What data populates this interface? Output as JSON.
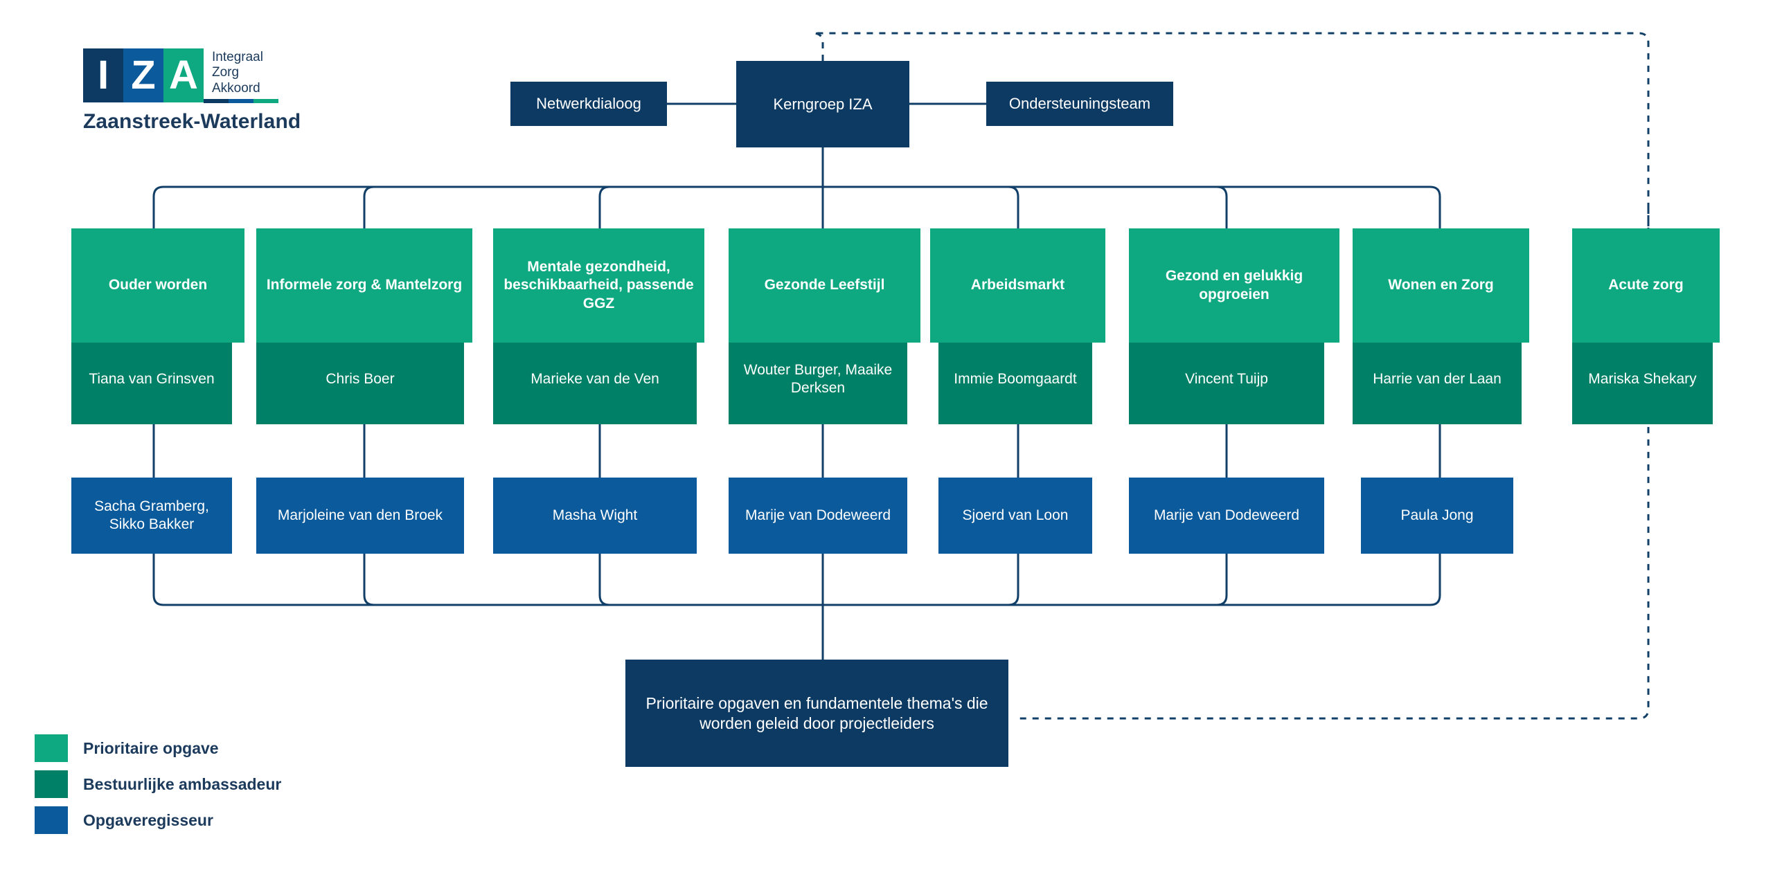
{
  "logo": {
    "letters": [
      "I",
      "Z",
      "A"
    ],
    "words": [
      "Integraal",
      "Zorg",
      "Akkoord"
    ],
    "region": "Zaanstreek-Waterland"
  },
  "colors": {
    "navy": "#0d3a63",
    "blue": "#0b5a9b",
    "teal": "#0fa981",
    "green": "#008066",
    "line": "#123f68",
    "text_dark": "#1b3a5c"
  },
  "top_row": {
    "left": "Netwerkdialoog",
    "center": "Kerngroep IZA",
    "right": "Ondersteuningsteam"
  },
  "columns": [
    {
      "theme": "Ouder worden",
      "ambassador": "Tiana van Grinsven",
      "regisseur": "Sacha Gramberg, Sikko Bakker"
    },
    {
      "theme": "Informele zorg & Mantelzorg",
      "ambassador": "Chris Boer",
      "regisseur": "Marjoleine van den Broek"
    },
    {
      "theme": "Mentale gezondheid, beschikbaarheid, passende GGZ",
      "ambassador": "Marieke van de Ven",
      "regisseur": "Masha Wight"
    },
    {
      "theme": "Gezonde Leefstijl",
      "ambassador": "Wouter Burger, Maaike Derksen",
      "regisseur": "Marije van Dodeweerd"
    },
    {
      "theme": "Arbeidsmarkt",
      "ambassador": "Immie Boomgaardt",
      "regisseur": "Sjoerd van Loon"
    },
    {
      "theme": "Gezond en gelukkig opgroeien",
      "ambassador": "Vincent Tuijp",
      "regisseur": "Marije van Dodeweerd"
    },
    {
      "theme": "Wonen en Zorg",
      "ambassador": "Harrie van der Laan",
      "regisseur": "Paula Jong"
    },
    {
      "theme": "Acute zorg",
      "ambassador": "Mariska Shekary",
      "regisseur": null
    }
  ],
  "footer_box": "Prioritaire opgaven en fundamentele thema's die worden geleid door projectleiders",
  "legend": [
    {
      "label": "Prioritaire opgave",
      "color": "#0fa981"
    },
    {
      "label": "Bestuurlijke ambassadeur",
      "color": "#008066"
    },
    {
      "label": "Opgaveregisseur",
      "color": "#0b5a9b"
    }
  ]
}
